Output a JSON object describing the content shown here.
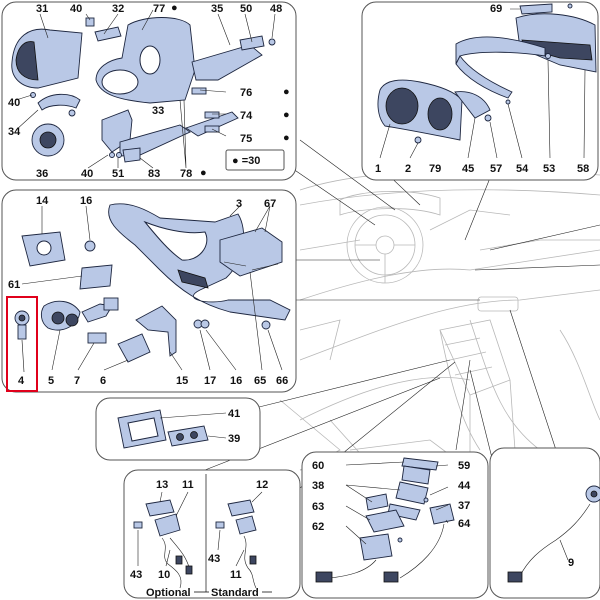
{
  "panels": {
    "top_left": {
      "labels": [
        "31",
        "40",
        "32",
        "77",
        "35",
        "50",
        "48",
        "40",
        "34",
        "33",
        "76",
        "74",
        "75",
        "36",
        "40",
        "51",
        "83",
        "78"
      ],
      "marks": [
        "●",
        "●",
        "●",
        "●",
        "●"
      ],
      "legend": "● =30"
    },
    "top_right": {
      "labels": [
        "69",
        "1",
        "2",
        "79",
        "45",
        "57",
        "54",
        "53",
        "58"
      ]
    },
    "middle_left": {
      "labels": [
        "14",
        "16",
        "3",
        "67",
        "61",
        "4",
        "5",
        "7",
        "6",
        "15",
        "17",
        "16",
        "65",
        "66"
      ]
    },
    "middle_small": {
      "labels": [
        "41",
        "39"
      ]
    },
    "bottom_left": {
      "labels": [
        "13",
        "11",
        "12",
        "43",
        "10",
        "43",
        "11"
      ],
      "optional_label": "Optional",
      "standard_label": "Standard"
    },
    "bottom_center": {
      "labels": [
        "60",
        "59",
        "38",
        "44",
        "37",
        "63",
        "64",
        "62"
      ]
    },
    "bottom_right": {
      "labels": [
        "9"
      ]
    }
  },
  "highlight": {
    "label": "4",
    "color": "#e0001b"
  },
  "colors": {
    "part_fill": "#b9c8e6",
    "outline": "#1e2740",
    "frame": "#555555"
  }
}
